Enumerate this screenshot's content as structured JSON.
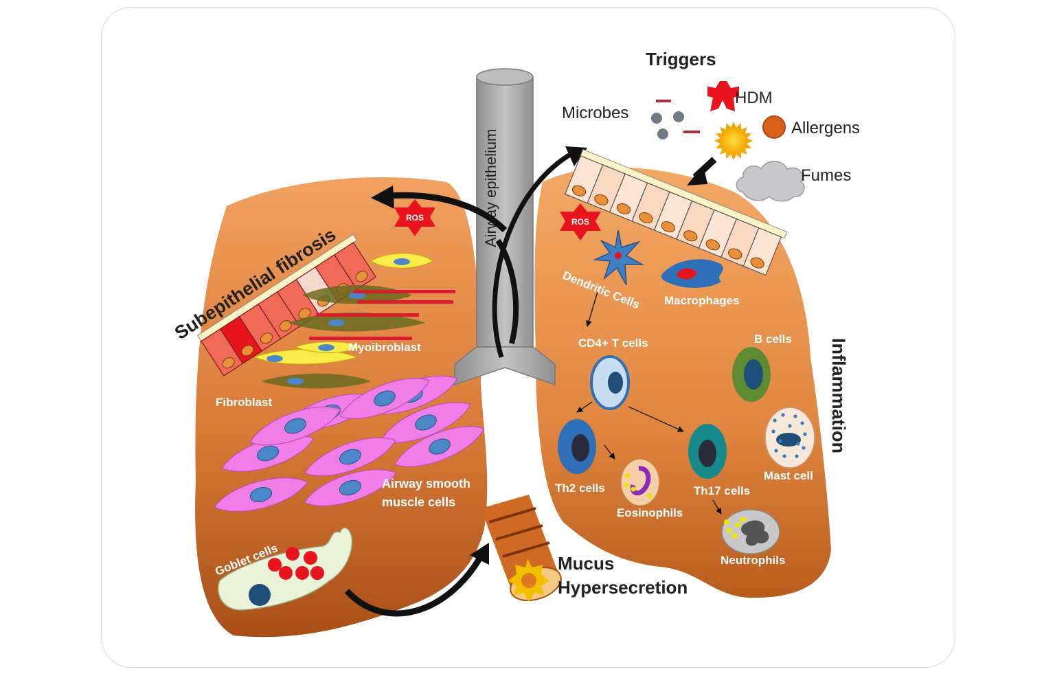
{
  "labels": {
    "triggers": "Triggers",
    "hdm": "HDM",
    "microbes": "Microbes",
    "allergens": "Allergens",
    "fumes": "Fumes",
    "airway_epithelium": "Airway epithelium",
    "subepithelial_fibrosis": "Subepithelial fibrosis",
    "inflammation": "Inflammation",
    "ros_left": "ROS",
    "ros_right": "ROS",
    "myofibroblast": "Myoibroblast",
    "fibroblast": "Fibroblast",
    "asm_line1": "Airway smooth",
    "asm_line2": "muscle cells",
    "goblet_cells": "Goblet cells",
    "mucus_line1": "Mucus",
    "mucus_line2": "Hypersecretion",
    "dendritic_cells": "Dendritic Cells",
    "macrophages": "Macrophages",
    "cd4_t_cells": "CD4+ T cells",
    "b_cells": "B cells",
    "th2_cells": "Th2 cells",
    "eosinophils": "Eosinophils",
    "th17_cells": "Th17 cells",
    "mast_cell": "Mast cell",
    "neutrophils": "Neutrophils"
  },
  "colors": {
    "lung_light": "#f0a060",
    "lung_dark": "#b8561c",
    "trachea": "#a8a8a8",
    "epithelium_red": "#f06a5a",
    "smooth_muscle": "#f07ee8",
    "ros": "#e8141e"
  }
}
